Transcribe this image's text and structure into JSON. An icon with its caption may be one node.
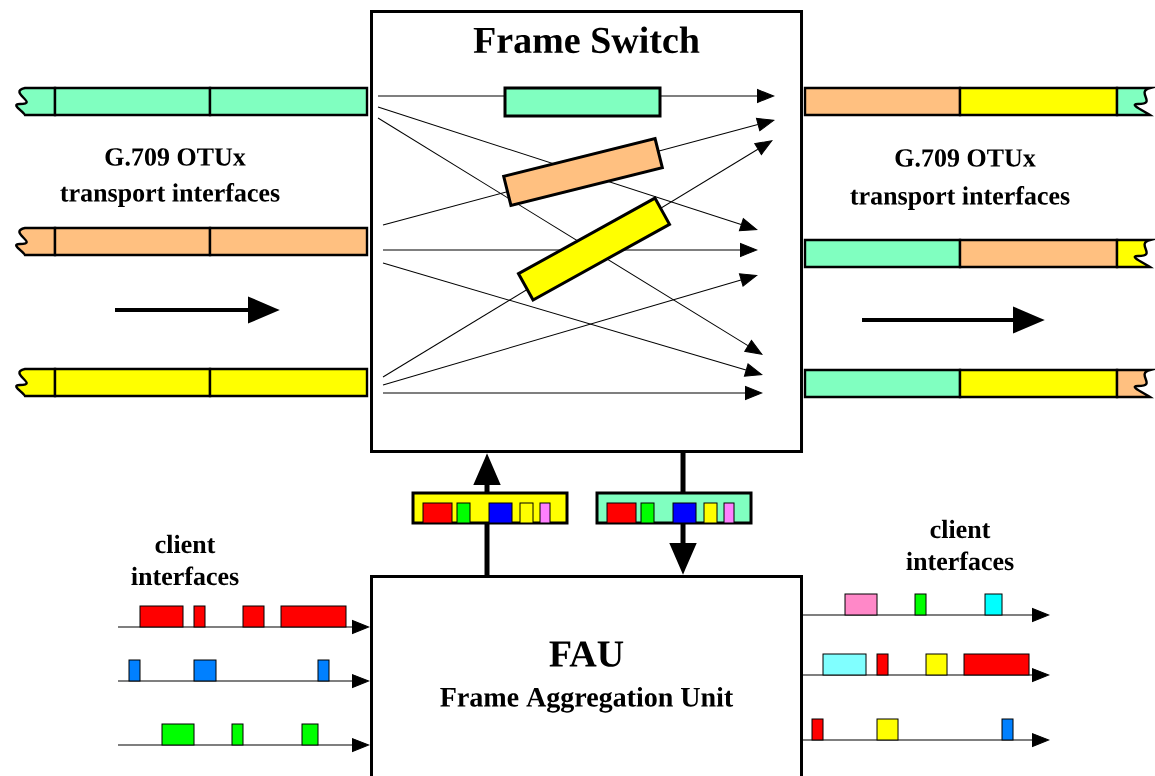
{
  "diagram": {
    "nodes": [
      {
        "text": [
          "Frame Switch"
        ]
      },
      {
        "text": [
          "FAU",
          "Frame Aggregation Unit"
        ]
      }
    ],
    "edges": [
      {
        "from": 1,
        "to": 0,
        "arrow": "to",
        "style": "thick"
      },
      {
        "from": 0,
        "to": 1,
        "arrow": "to",
        "style": "thick"
      },
      {
        "from": null,
        "to": 1,
        "arrow": "to"
      },
      {
        "from": null,
        "to": 1,
        "arrow": "to"
      },
      {
        "from": null,
        "to": 1,
        "arrow": "to"
      },
      {
        "from": 1,
        "to": null,
        "arrow": "to"
      },
      {
        "from": 1,
        "to": null,
        "arrow": "to"
      },
      {
        "from": 1,
        "to": null,
        "arrow": "to"
      }
    ],
    "labels": [
      "G.709 OTUx",
      "G.709 OTUx",
      "transport interfaces",
      "transport interfaces",
      "client interfaces",
      "client interfaces"
    ]
  }
}
